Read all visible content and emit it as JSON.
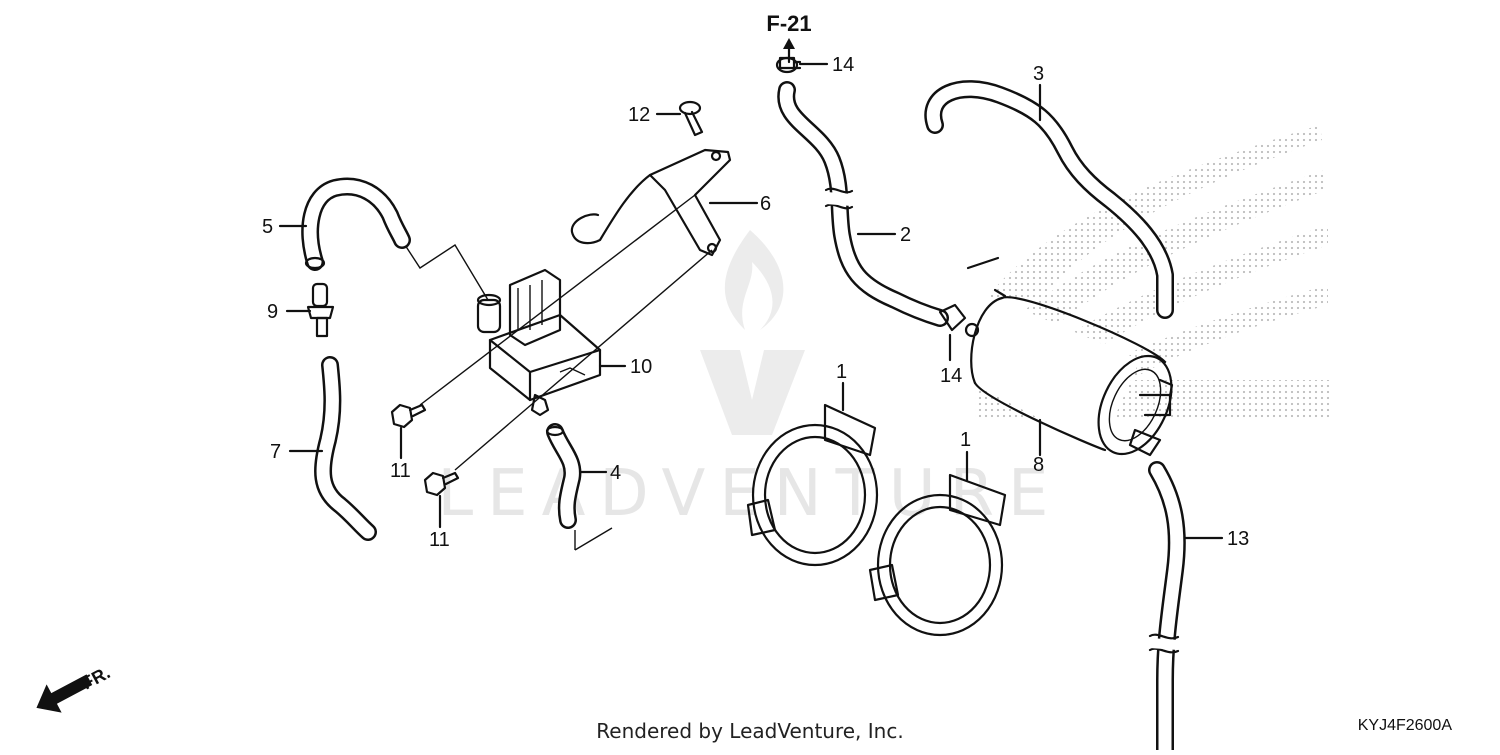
{
  "diagram": {
    "reference": "F-21",
    "callouts": {
      "c1a": "1",
      "c1b": "1",
      "c2": "2",
      "c3": "3",
      "c4": "4",
      "c5": "5",
      "c6": "6",
      "c7": "7",
      "c8": "8",
      "c9": "9",
      "c10": "10",
      "c11a": "11",
      "c11b": "11",
      "c12": "12",
      "c13": "13",
      "c14a": "14",
      "c14b": "14"
    },
    "direction_label": "FR.",
    "diagram_code": "KYJ4F2600A"
  },
  "watermark": {
    "text": "LEADVENTURE"
  },
  "footer": {
    "rendered_by": "Rendered by LeadVenture, Inc."
  },
  "colors": {
    "line": "#111111",
    "watermark": "#e6e6e6",
    "halftone": "#bdbdbd"
  }
}
